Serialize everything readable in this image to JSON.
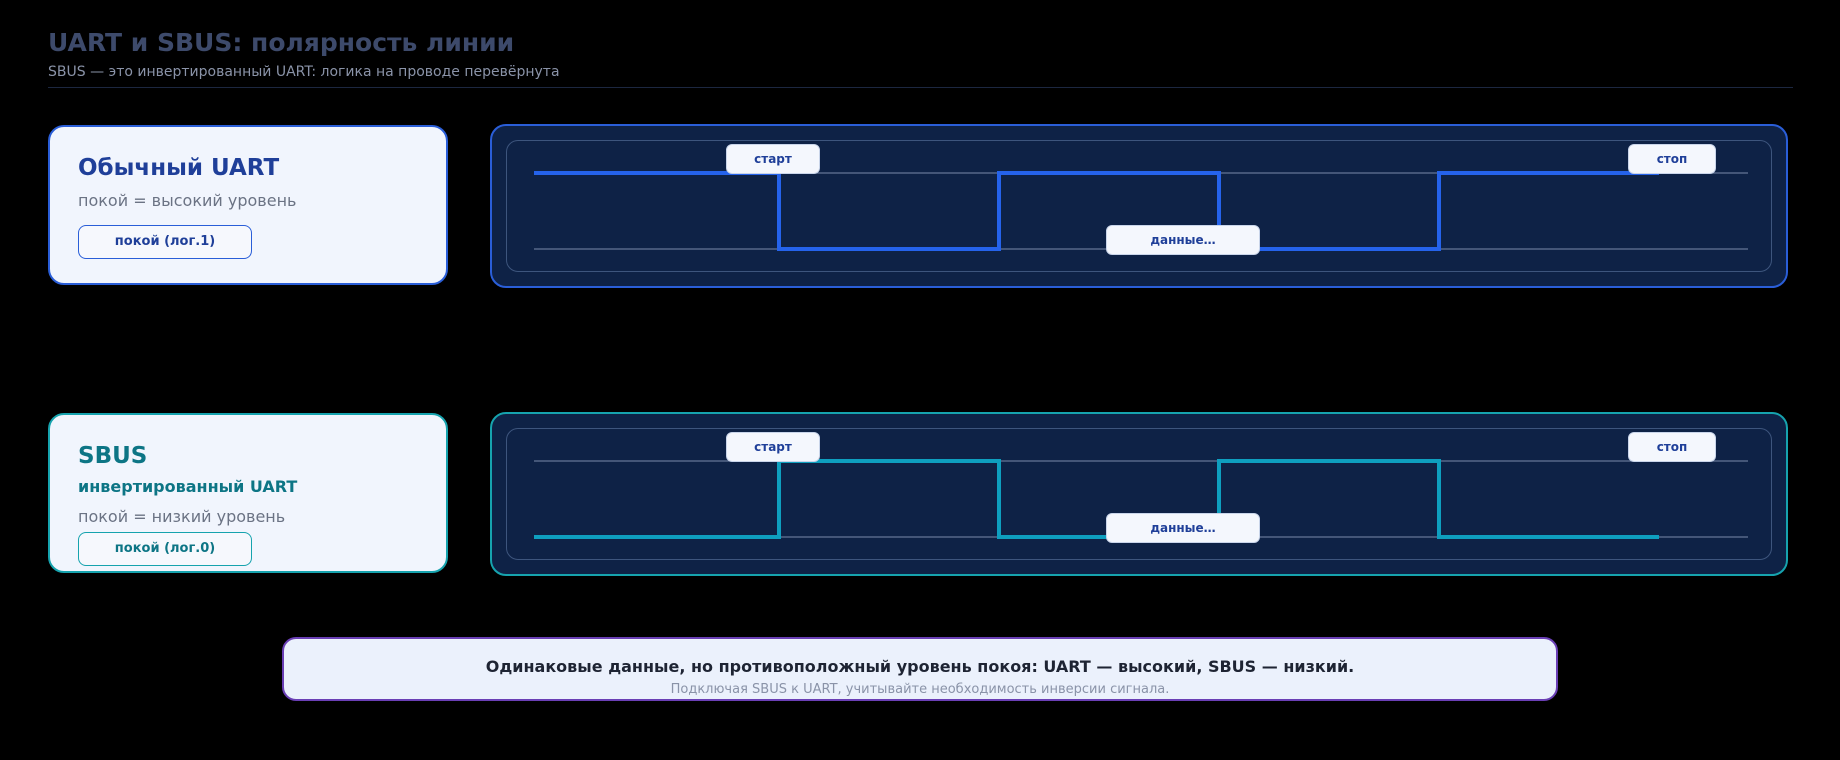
{
  "header": {
    "title": "UART и SBUS: полярность линии",
    "subtitle": "SBUS — это инвертированный UART: логика на проводе перевёрнута"
  },
  "uart": {
    "title": "Обычный UART",
    "idle_text": "покой = высокий уровень",
    "idle_badge": "покой (лог.1)",
    "color": "#2563eb",
    "labels": {
      "start": "старт",
      "data": "данные…",
      "stop": "стоп"
    },
    "levels": [
      1,
      0,
      1,
      0,
      1
    ]
  },
  "sbus": {
    "title": "SBUS",
    "subtitle": "инвертированный UART",
    "idle_text": "покой = низкий уровень",
    "idle_badge": "покой (лог.0)",
    "color": "#0e9fbf",
    "labels": {
      "start": "старт",
      "data": "данные…",
      "stop": "стоп"
    },
    "levels": [
      0,
      1,
      0,
      1,
      0
    ]
  },
  "note": {
    "main": "Одинаковые данные, но противоположный уровень покоя: UART — высокий, SBUS — низкий.",
    "sub": "Подключая SBUS к UART, учитывайте необходимость инверсии сигнала."
  }
}
